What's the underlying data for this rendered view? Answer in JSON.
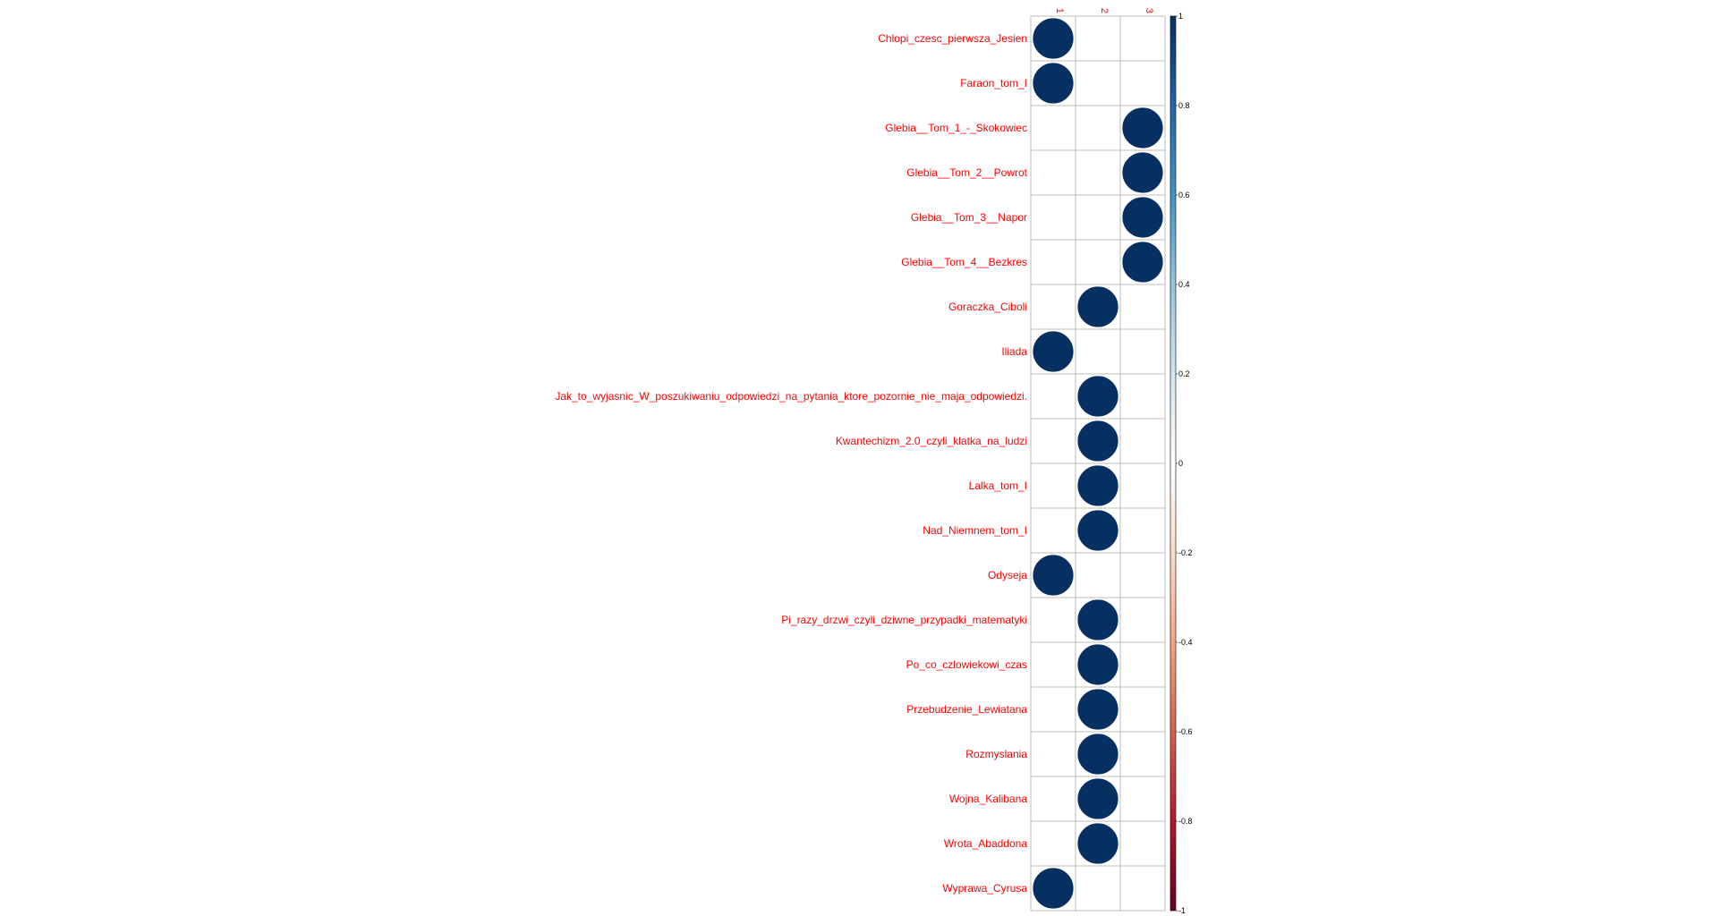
{
  "chart_data": {
    "type": "heatmap",
    "columns": [
      "1",
      "2",
      "3"
    ],
    "rows": [
      {
        "label": "Chlopi_czesc_pierwsza_Jesien",
        "values": [
          1,
          0,
          0
        ]
      },
      {
        "label": "Faraon_tom_I",
        "values": [
          1,
          0,
          0
        ]
      },
      {
        "label": "Glebia__Tom_1_-_Skokowiec",
        "values": [
          0,
          0,
          1
        ]
      },
      {
        "label": "Glebia__Tom_2__Powrot",
        "values": [
          0,
          0,
          1
        ]
      },
      {
        "label": "Glebia__Tom_3__Napor",
        "values": [
          0,
          0,
          1
        ]
      },
      {
        "label": "Glebia__Tom_4__Bezkres",
        "values": [
          0,
          0,
          1
        ]
      },
      {
        "label": "Goraczka_Ciboli",
        "values": [
          0,
          1,
          0
        ]
      },
      {
        "label": "Iliada",
        "values": [
          1,
          0,
          0
        ]
      },
      {
        "label": "Jak_to_wyjasnic_W_poszukiwaniu_odpowiedzi_na_pytania_ktore_pozornie_nie_maja_odpowiedzi.",
        "values": [
          0,
          1,
          0
        ]
      },
      {
        "label": "Kwantechizm_2.0_czyli_klatka_na_ludzi",
        "values": [
          0,
          1,
          0
        ]
      },
      {
        "label": "Lalka_tom_I",
        "values": [
          0,
          1,
          0
        ]
      },
      {
        "label": "Nad_Niemnem_tom_I",
        "values": [
          0,
          1,
          0
        ]
      },
      {
        "label": "Odyseja",
        "values": [
          1,
          0,
          0
        ]
      },
      {
        "label": "Pi_razy_drzwi_czyli_dziwne_przypadki_matematyki",
        "values": [
          0,
          1,
          0
        ]
      },
      {
        "label": "Po_co_czlowiekowi_czas",
        "values": [
          0,
          1,
          0
        ]
      },
      {
        "label": "Przebudzenie_Lewiatana",
        "values": [
          0,
          1,
          0
        ]
      },
      {
        "label": "Rozmyslania",
        "values": [
          0,
          1,
          0
        ]
      },
      {
        "label": "Wojna_Kalibana",
        "values": [
          0,
          1,
          0
        ]
      },
      {
        "label": "Wrota_Abaddona",
        "values": [
          0,
          1,
          0
        ]
      },
      {
        "label": "Wyprawa_Cyrusa",
        "values": [
          1,
          0,
          0
        ]
      }
    ],
    "color_scale": {
      "range": [
        -1,
        1
      ],
      "ticks": [
        "1",
        "0.8",
        "0.6",
        "0.4",
        "0.2",
        "0",
        "-0.2",
        "-0.4",
        "-0.6",
        "-0.8",
        "-1"
      ],
      "colors": [
        "#67001F",
        "#B2182B",
        "#D6604D",
        "#F4A582",
        "#FDDBC7",
        "#FFFFFF",
        "#D1E5F0",
        "#92C5DE",
        "#4393C3",
        "#2166AC",
        "#053061"
      ]
    },
    "label_color": "#FF0000",
    "grid_color": "#BEBEBE",
    "grid": true,
    "legend_position": "right"
  }
}
